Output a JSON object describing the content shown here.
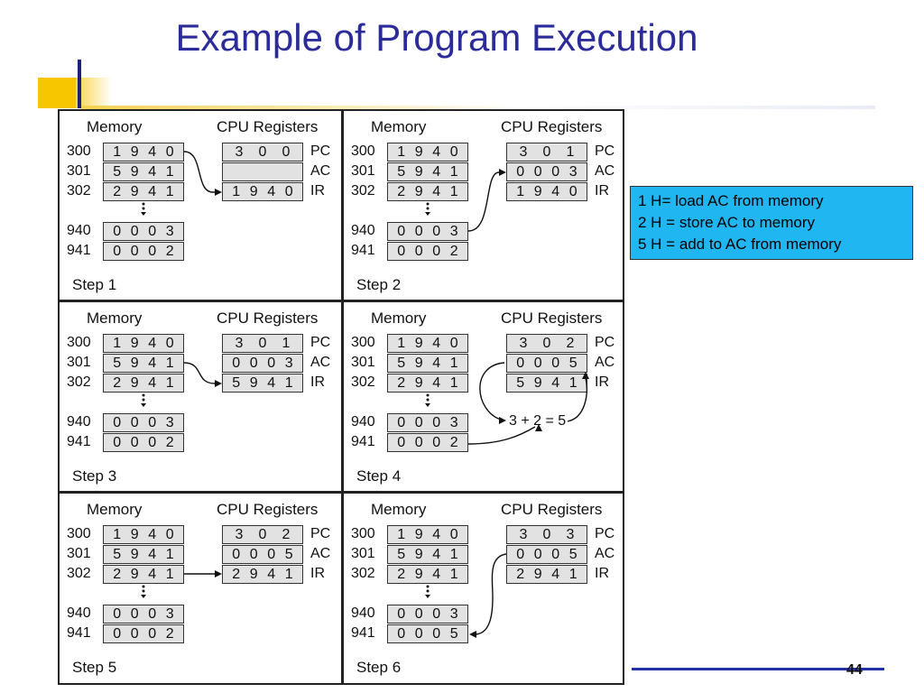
{
  "title": "Example of Program Execution",
  "labels": {
    "memory": "Memory",
    "cpu": "CPU Registers",
    "pc": "PC",
    "ac": "AC",
    "ir": "IR"
  },
  "addresses": [
    "300",
    "301",
    "302",
    "940",
    "941"
  ],
  "steps": [
    {
      "label": "Step 1",
      "memory": [
        [
          "1",
          "9",
          "4",
          "0"
        ],
        [
          "5",
          "9",
          "4",
          "1"
        ],
        [
          "2",
          "9",
          "4",
          "1"
        ],
        [
          "0",
          "0",
          "0",
          "3"
        ],
        [
          "0",
          "0",
          "0",
          "2"
        ]
      ],
      "pc": [
        "3",
        "0",
        "0"
      ],
      "ac": [
        "",
        "",
        "",
        ""
      ],
      "ir": [
        "1",
        "9",
        "4",
        "0"
      ]
    },
    {
      "label": "Step 2",
      "memory": [
        [
          "1",
          "9",
          "4",
          "0"
        ],
        [
          "5",
          "9",
          "4",
          "1"
        ],
        [
          "2",
          "9",
          "4",
          "1"
        ],
        [
          "0",
          "0",
          "0",
          "3"
        ],
        [
          "0",
          "0",
          "0",
          "2"
        ]
      ],
      "pc": [
        "3",
        "0",
        "1"
      ],
      "ac": [
        "0",
        "0",
        "0",
        "3"
      ],
      "ir": [
        "1",
        "9",
        "4",
        "0"
      ]
    },
    {
      "label": "Step 3",
      "memory": [
        [
          "1",
          "9",
          "4",
          "0"
        ],
        [
          "5",
          "9",
          "4",
          "1"
        ],
        [
          "2",
          "9",
          "4",
          "1"
        ],
        [
          "0",
          "0",
          "0",
          "3"
        ],
        [
          "0",
          "0",
          "0",
          "2"
        ]
      ],
      "pc": [
        "3",
        "0",
        "1"
      ],
      "ac": [
        "0",
        "0",
        "0",
        "3"
      ],
      "ir": [
        "5",
        "9",
        "4",
        "1"
      ]
    },
    {
      "label": "Step 4",
      "memory": [
        [
          "1",
          "9",
          "4",
          "0"
        ],
        [
          "5",
          "9",
          "4",
          "1"
        ],
        [
          "2",
          "9",
          "4",
          "1"
        ],
        [
          "0",
          "0",
          "0",
          "3"
        ],
        [
          "0",
          "0",
          "0",
          "2"
        ]
      ],
      "pc": [
        "3",
        "0",
        "2"
      ],
      "ac": [
        "0",
        "0",
        "0",
        "5"
      ],
      "ir": [
        "5",
        "9",
        "4",
        "1"
      ],
      "equation": "3 + 2 = 5"
    },
    {
      "label": "Step 5",
      "memory": [
        [
          "1",
          "9",
          "4",
          "0"
        ],
        [
          "5",
          "9",
          "4",
          "1"
        ],
        [
          "2",
          "9",
          "4",
          "1"
        ],
        [
          "0",
          "0",
          "0",
          "3"
        ],
        [
          "0",
          "0",
          "0",
          "2"
        ]
      ],
      "pc": [
        "3",
        "0",
        "2"
      ],
      "ac": [
        "0",
        "0",
        "0",
        "5"
      ],
      "ir": [
        "2",
        "9",
        "4",
        "1"
      ]
    },
    {
      "label": "Step 6",
      "memory": [
        [
          "1",
          "9",
          "4",
          "0"
        ],
        [
          "5",
          "9",
          "4",
          "1"
        ],
        [
          "2",
          "9",
          "4",
          "1"
        ],
        [
          "0",
          "0",
          "0",
          "3"
        ],
        [
          "0",
          "0",
          "0",
          "5"
        ]
      ],
      "pc": [
        "3",
        "0",
        "3"
      ],
      "ac": [
        "0",
        "0",
        "0",
        "5"
      ],
      "ir": [
        "2",
        "9",
        "4",
        "1"
      ]
    }
  ],
  "note": {
    "lines": [
      "1 H= load AC from memory",
      "2 H = store AC to memory",
      "5 H = add to AC from memory"
    ],
    "background": "#1fb6f2"
  },
  "page_number": "44",
  "colors": {
    "title": "#2b2b9a",
    "accent_yellow": "#f7c600",
    "rule_blue": "#2233aa",
    "cell_fill": "#e2e2e2"
  }
}
